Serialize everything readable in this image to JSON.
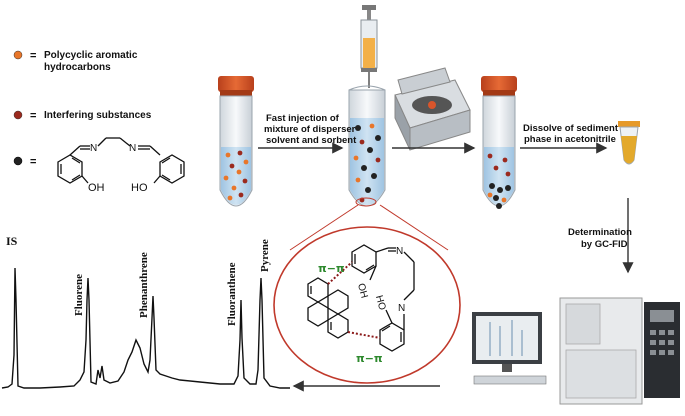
{
  "legend": {
    "items": [
      {
        "label_line1": "Polycyclic aromatic",
        "label_line2": "hydrocarbons",
        "dot_color": "#e8762a"
      },
      {
        "label_line1": "Interfering substances",
        "label_line2": "",
        "dot_color": "#9b2a1e"
      },
      {
        "label_line1": "",
        "label_line2": "",
        "dot_color": "#222222"
      }
    ],
    "eq": "=",
    "imine": "N",
    "oh_left": "OH",
    "oh_right": "HO"
  },
  "steps": {
    "injection": [
      "Fast injection of",
      "mixture of disperser",
      "solvent and sorbent"
    ],
    "dissolve": [
      "Dissolve of sediment",
      "phase in acetonitrile"
    ],
    "determination": [
      "Determination",
      "by GC-FID"
    ]
  },
  "interaction": {
    "pi_left": "π−π",
    "pi_right": "π−π",
    "oh": "OH",
    "ho": "HO",
    "n1": "N",
    "n2": "N"
  },
  "chromatogram": {
    "is_label": "IS",
    "peaks": [
      "Fluorene",
      "Phenanthrene",
      "Fluoranthene",
      "Pyrene"
    ]
  },
  "colors": {
    "pah": "#e8762a",
    "interfering": "#9b2a1e",
    "sorbent": "#222222",
    "cap": "#d9552b",
    "ellipse": "#c0392b",
    "pi_text": "#2f8a2f",
    "acetonitrile": "#e3a92b"
  }
}
